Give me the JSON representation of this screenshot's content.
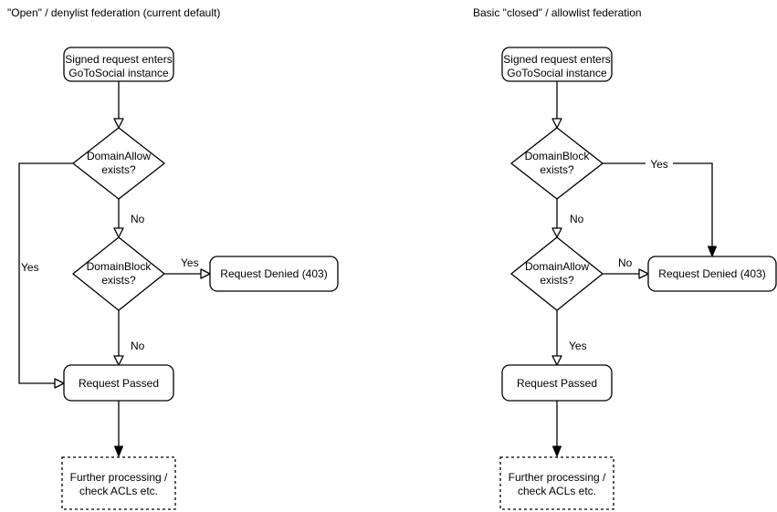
{
  "colors": {
    "line": "#000000",
    "text": "#000000",
    "background": "#ffffff"
  },
  "left": {
    "title": "\"Open\" / denylist federation (current default)",
    "start": {
      "line1": "Signed request enters",
      "line2": "GoToSocial instance"
    },
    "decision1": {
      "line1": "DomainAllow",
      "line2": "exists?"
    },
    "decision2": {
      "line1": "DomainBlock",
      "line2": "exists?"
    },
    "denied": "Request Denied (403)",
    "passed": "Request Passed",
    "further": {
      "line1": "Further processing /",
      "line2": "check ACLs etc."
    },
    "labels": {
      "d1_yes": "Yes",
      "d1_no": "No",
      "d2_yes": "Yes",
      "d2_no": "No"
    }
  },
  "right": {
    "title": "Basic \"closed\" / allowlist federation",
    "start": {
      "line1": "Signed request enters",
      "line2": "GoToSocial instance"
    },
    "decision1": {
      "line1": "DomainBlock",
      "line2": "exists?"
    },
    "decision2": {
      "line1": "DomainAllow",
      "line2": "exists?"
    },
    "denied": "Request Denied (403)",
    "passed": "Request Passed",
    "further": {
      "line1": "Further processing /",
      "line2": "check ACLs etc."
    },
    "labels": {
      "d1_yes": "Yes",
      "d1_no": "No",
      "d2_no": "No",
      "d2_yes": "Yes"
    }
  }
}
